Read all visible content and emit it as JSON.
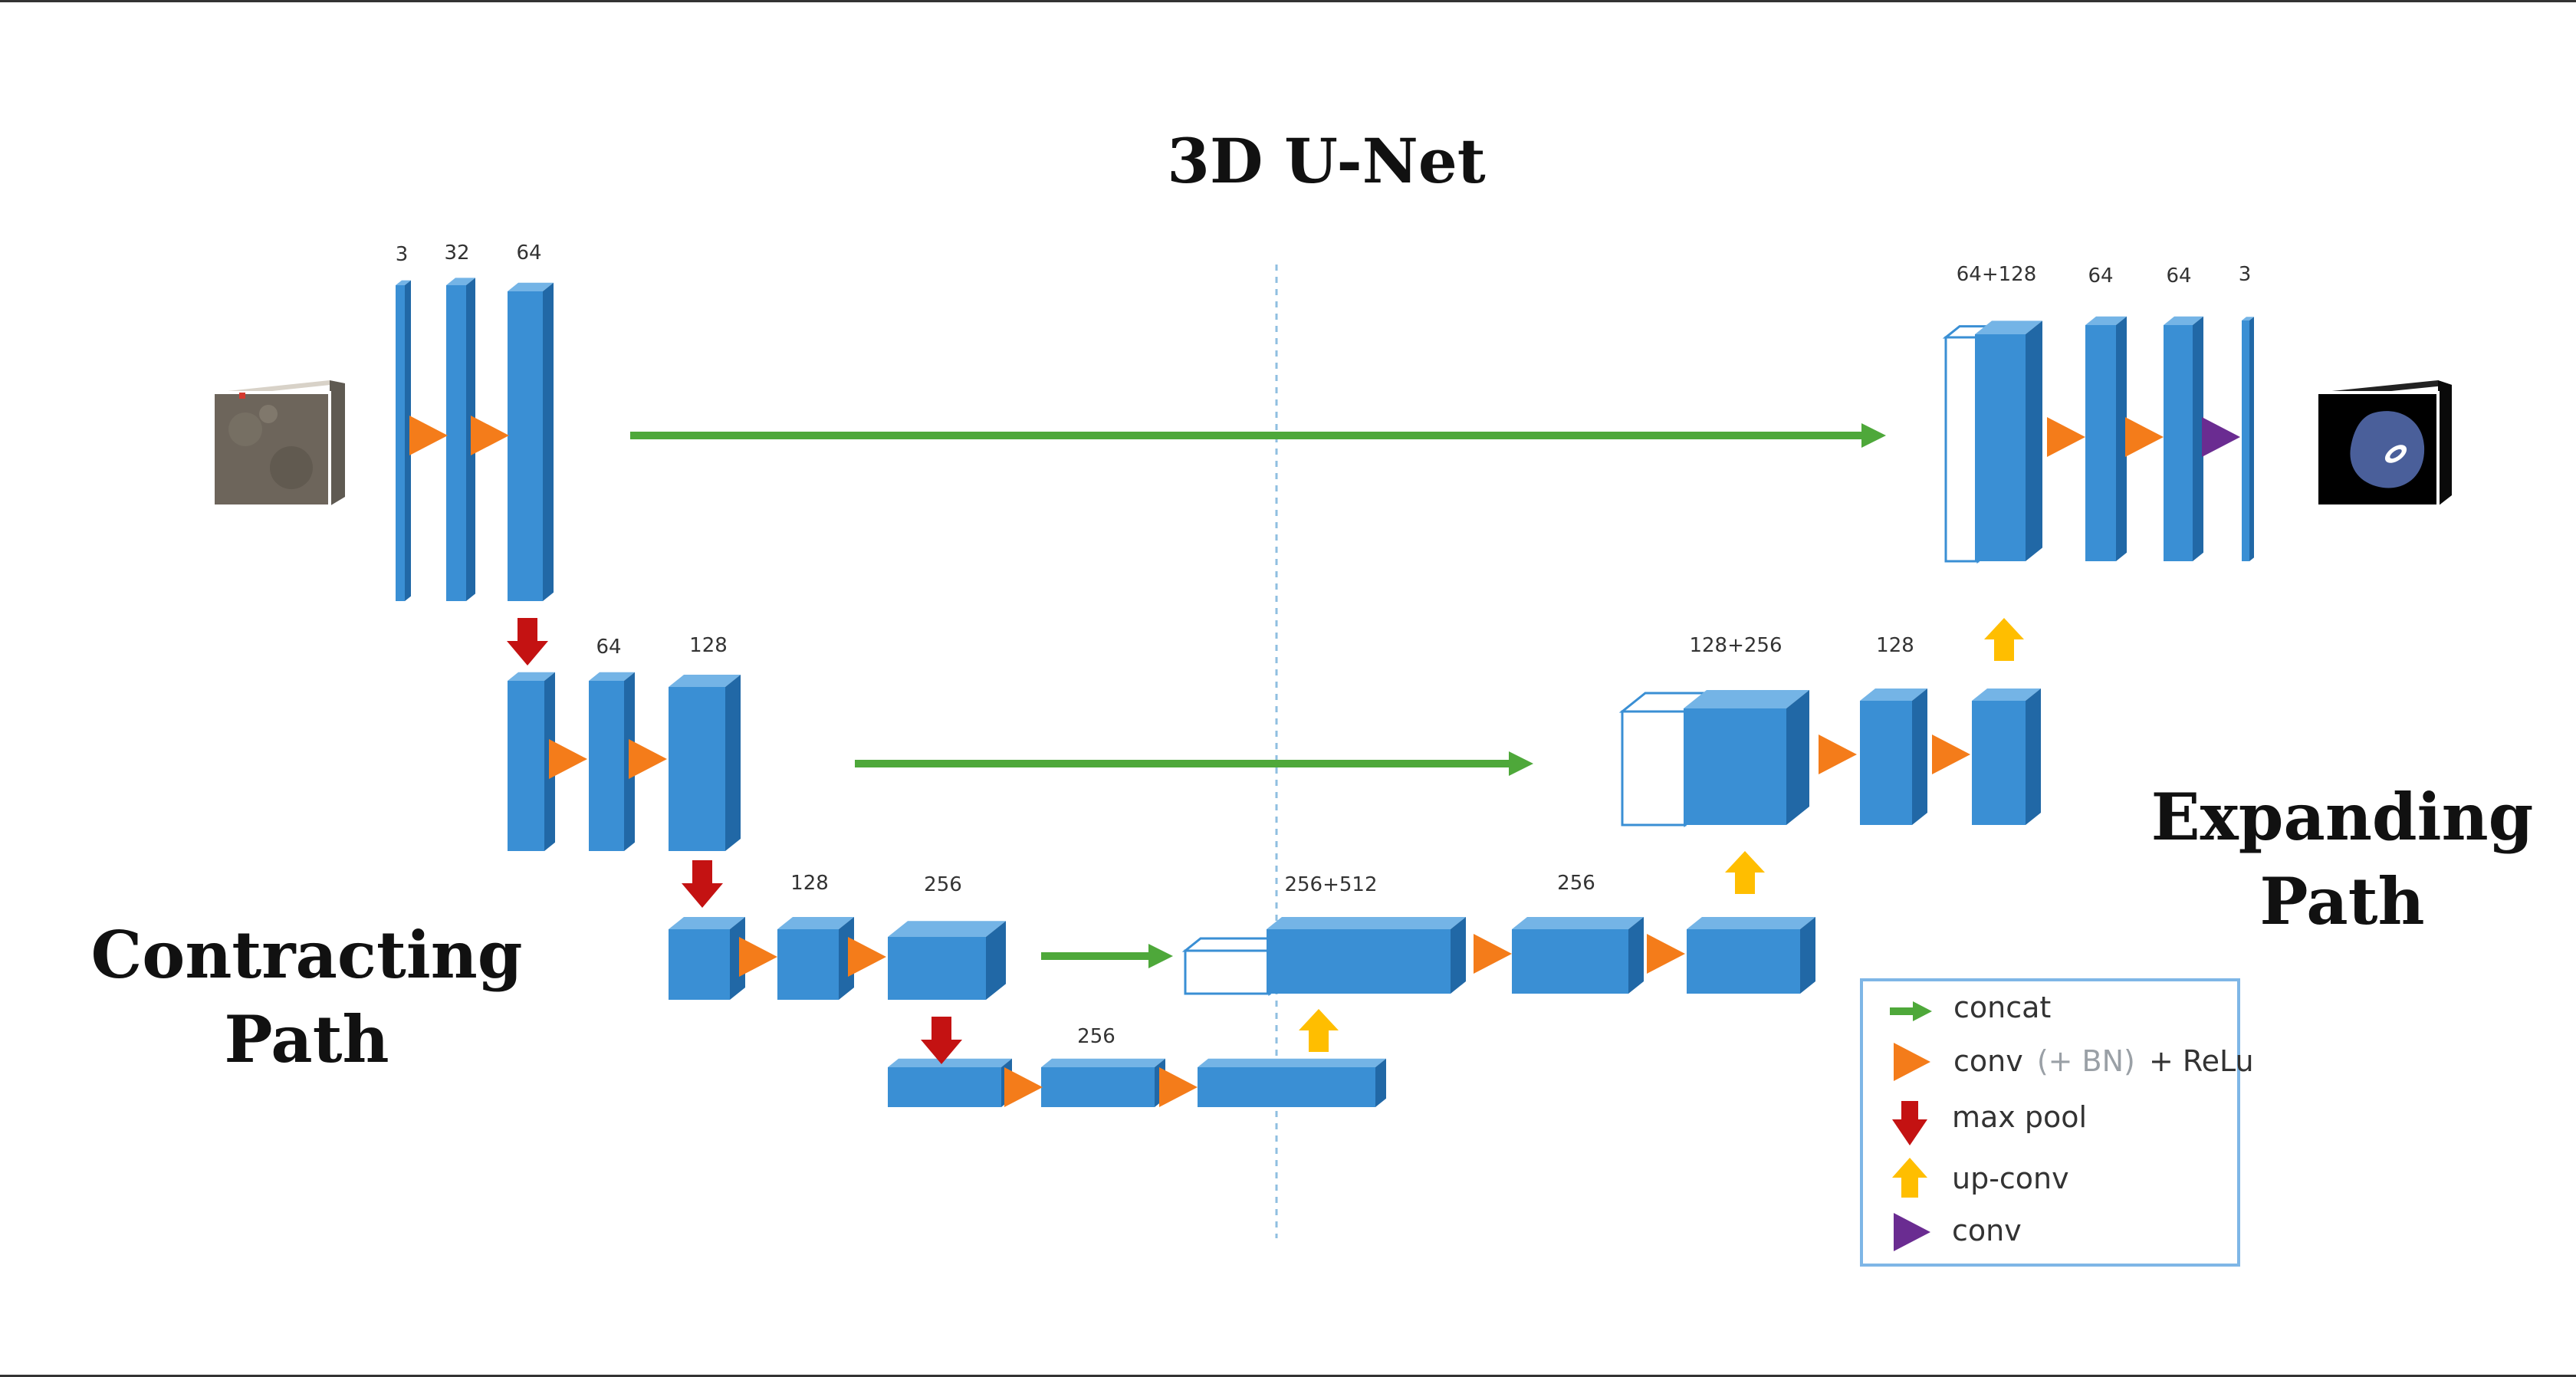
{
  "title": "3D U-Net",
  "contracting_label": [
    "Contracting",
    "Path"
  ],
  "expanding_label": [
    "Expanding",
    "Path"
  ],
  "colors": {
    "block_front": "#3a8fd4",
    "block_top": "#74b4e6",
    "block_side": "#2168a6",
    "concat": "#4ea83a",
    "conv": "#f47c1a",
    "maxpool": "#c41212",
    "upconv": "#ffbe00",
    "final_conv": "#6a2c91",
    "legend_border": "#7eb6e6",
    "divider": "#8fbfe0"
  },
  "channel_labels": {
    "l1_in": "3",
    "l1_a": "32",
    "l1_b": "64",
    "l2_a": "64",
    "l2_b": "128",
    "l3_a": "128",
    "l3_b": "256",
    "l4": "256",
    "d3_concat": "256+512",
    "d3_a": "256",
    "d2_concat": "128+256",
    "d2_a": "128",
    "d1_concat": "64+128",
    "d1_a": "64",
    "d1_b": "64",
    "d1_out": "3"
  },
  "legend": {
    "concat": "concat",
    "conv_main": "conv",
    "conv_paren": "(+ BN)",
    "conv_tail": "+ ReLu",
    "maxpool": "max pool",
    "upconv": "up-conv",
    "final_conv": "conv"
  },
  "images": {
    "input": "input-volume-image",
    "output": "output-segmentation-image"
  }
}
